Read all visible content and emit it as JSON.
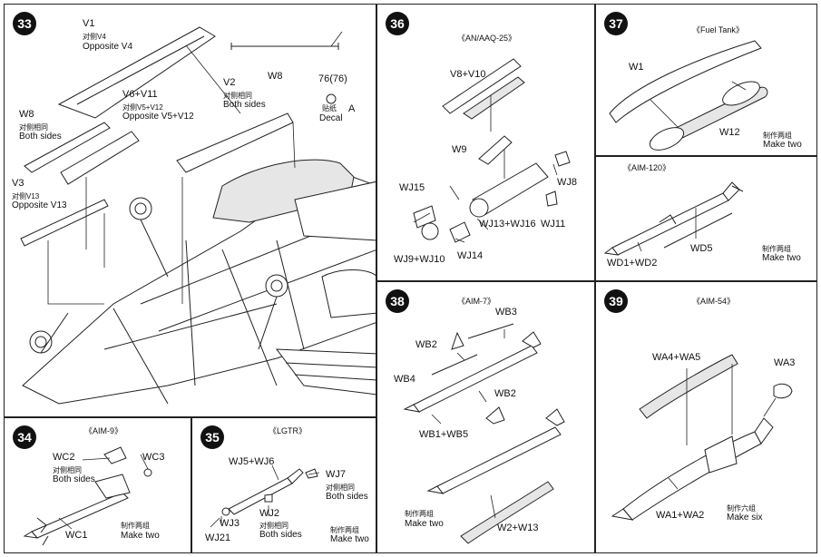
{
  "steps": {
    "s33": {
      "num": "33",
      "v1": "V1",
      "v1_cn": "对侧V4",
      "v1_en": "Opposite V4",
      "v6": "V6+V11",
      "v6_cn": "对侧V5+V12",
      "v6_en": "Opposite V5+V12",
      "v2": "V2",
      "v2_cn": "对侧相同",
      "v2_en": "Both sides",
      "w8a": "W8",
      "w8a_cn": "对侧相同",
      "w8a_en": "Both  sides",
      "v3": "V3",
      "v3_cn": "对侧V13",
      "v3_en": "Opposite V13",
      "w8b": "W8",
      "decal_num": "76(76)",
      "decal_cn": "贴纸",
      "decal_en": "Decal",
      "decal_letter": "A"
    },
    "s34": {
      "num": "34",
      "header": "《AIM-9》",
      "wc2": "WC2",
      "wc2_cn": "对侧相同",
      "wc2_en": "Both sides",
      "wc3": "WC3",
      "wc1": "WC1",
      "make_cn": "制作两组",
      "make_en": "Make two"
    },
    "s35": {
      "num": "35",
      "header": "《LGTR》",
      "wj56": "WJ5+WJ6",
      "wj7": "WJ7",
      "wj7_cn": "对侧相同",
      "wj7_en": "Both  sides",
      "wj2": "WJ2",
      "wj2_cn": "对侧相同",
      "wj2_en": "Both sides",
      "wj3": "WJ3",
      "wj21": "WJ21",
      "make_cn": "制作两组",
      "make_en": "Make two"
    },
    "s36": {
      "num": "36",
      "header": "《AN/AAQ-25》",
      "v810": "V8+V10",
      "w9": "W9",
      "wj15": "WJ15",
      "wj8": "WJ8",
      "wj1316": "WJ13+WJ16",
      "wj11": "WJ11",
      "wj910": "WJ9+WJ10",
      "wj14": "WJ14"
    },
    "s37": {
      "num": "37",
      "header": "《Fuel Tank》",
      "w1": "W1",
      "w12": "W12",
      "make_cn": "制作两组",
      "make_en": "Make two"
    },
    "s37b": {
      "header": "《AIM-120》",
      "wd5": "WD5",
      "wd12": "WD1+WD2",
      "make_cn": "制作两组",
      "make_en": "Make two"
    },
    "s38": {
      "num": "38",
      "header": "《AIM-7》",
      "wb3": "WB3",
      "wb2a": "WB2",
      "wb4": "WB4",
      "wb2b": "WB2",
      "wb15": "WB1+WB5",
      "w213": "W2+W13",
      "make_cn": "制作两组",
      "make_en": "Make two"
    },
    "s39": {
      "num": "39",
      "header": "《AIM-54》",
      "wa45": "WA4+WA5",
      "wa3": "WA3",
      "wa12": "WA1+WA2",
      "make_cn": "制作六组",
      "make_en": "Make six"
    }
  }
}
